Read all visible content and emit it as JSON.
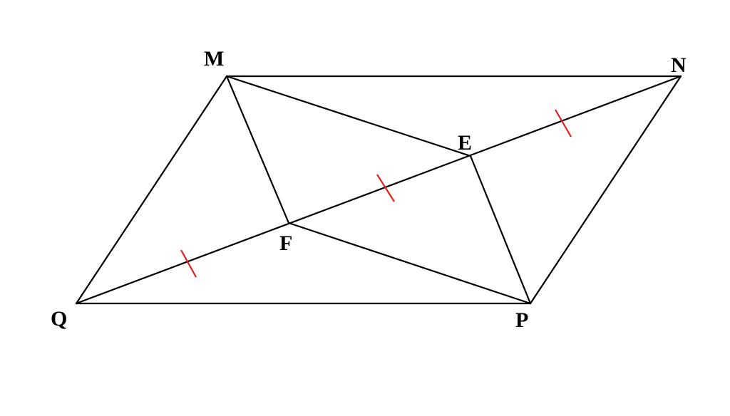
{
  "figure": {
    "colors": {
      "line": "#000000",
      "tick": "#e02020",
      "background": "#ffffff"
    },
    "vertices": {
      "M": "M",
      "N": "N",
      "P": "P",
      "Q": "Q",
      "E": "E",
      "F": "F"
    },
    "segments": [
      "MN",
      "NP",
      "PQ",
      "QM",
      "QN",
      "MF",
      "ME",
      "PE",
      "PF"
    ],
    "equal_marks": [
      "QF",
      "FE",
      "EN"
    ]
  }
}
